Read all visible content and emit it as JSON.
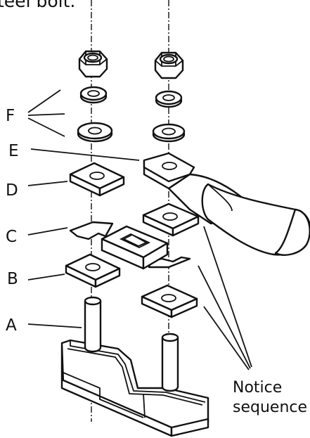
{
  "top_text": "teel bolt.",
  "labels": {
    "f": "F",
    "e": "E",
    "d": "D",
    "c": "C",
    "b": "B",
    "a": "A"
  },
  "notice": {
    "line1": "Notice",
    "line2": "sequence"
  }
}
